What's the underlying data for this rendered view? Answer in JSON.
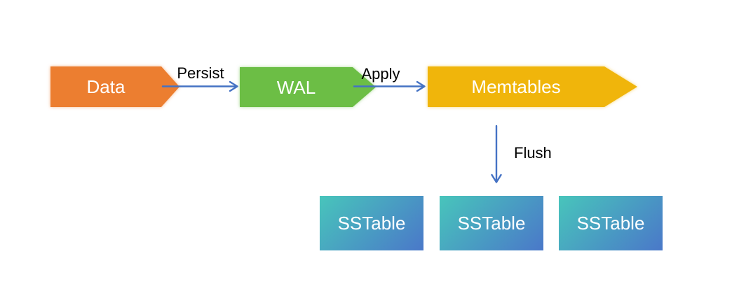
{
  "diagram": {
    "type": "flow",
    "background": "#ffffff",
    "arrow_color": "#4472C4",
    "edge_label_color": "#000000",
    "node_text_color": "#ffffff",
    "nodes": [
      {
        "id": "data",
        "label": "Data",
        "shape": "pentagon-arrow",
        "color": "#EC7E30"
      },
      {
        "id": "wal",
        "label": "WAL",
        "shape": "pentagon-arrow",
        "color": "#6CBE45"
      },
      {
        "id": "memtables",
        "label": "Memtables",
        "shape": "pentagon-arrow",
        "color": "#F0B50B"
      },
      {
        "id": "sstable-1",
        "label": "SSTable",
        "shape": "rect",
        "gradient": {
          "start": "#48C5BB",
          "end": "#4A78C9"
        }
      },
      {
        "id": "sstable-2",
        "label": "SSTable",
        "shape": "rect",
        "gradient": {
          "start": "#48C5BB",
          "end": "#4A78C9"
        }
      },
      {
        "id": "sstable-3",
        "label": "SSTable",
        "shape": "rect",
        "gradient": {
          "start": "#48C5BB",
          "end": "#4A78C9"
        }
      }
    ],
    "edges": [
      {
        "from": "data",
        "to": "wal",
        "label": "Persist",
        "direction": "right"
      },
      {
        "from": "wal",
        "to": "memtables",
        "label": "Apply",
        "direction": "right"
      },
      {
        "from": "memtables",
        "to": "sstable-2",
        "label": "Flush",
        "direction": "down"
      }
    ]
  }
}
